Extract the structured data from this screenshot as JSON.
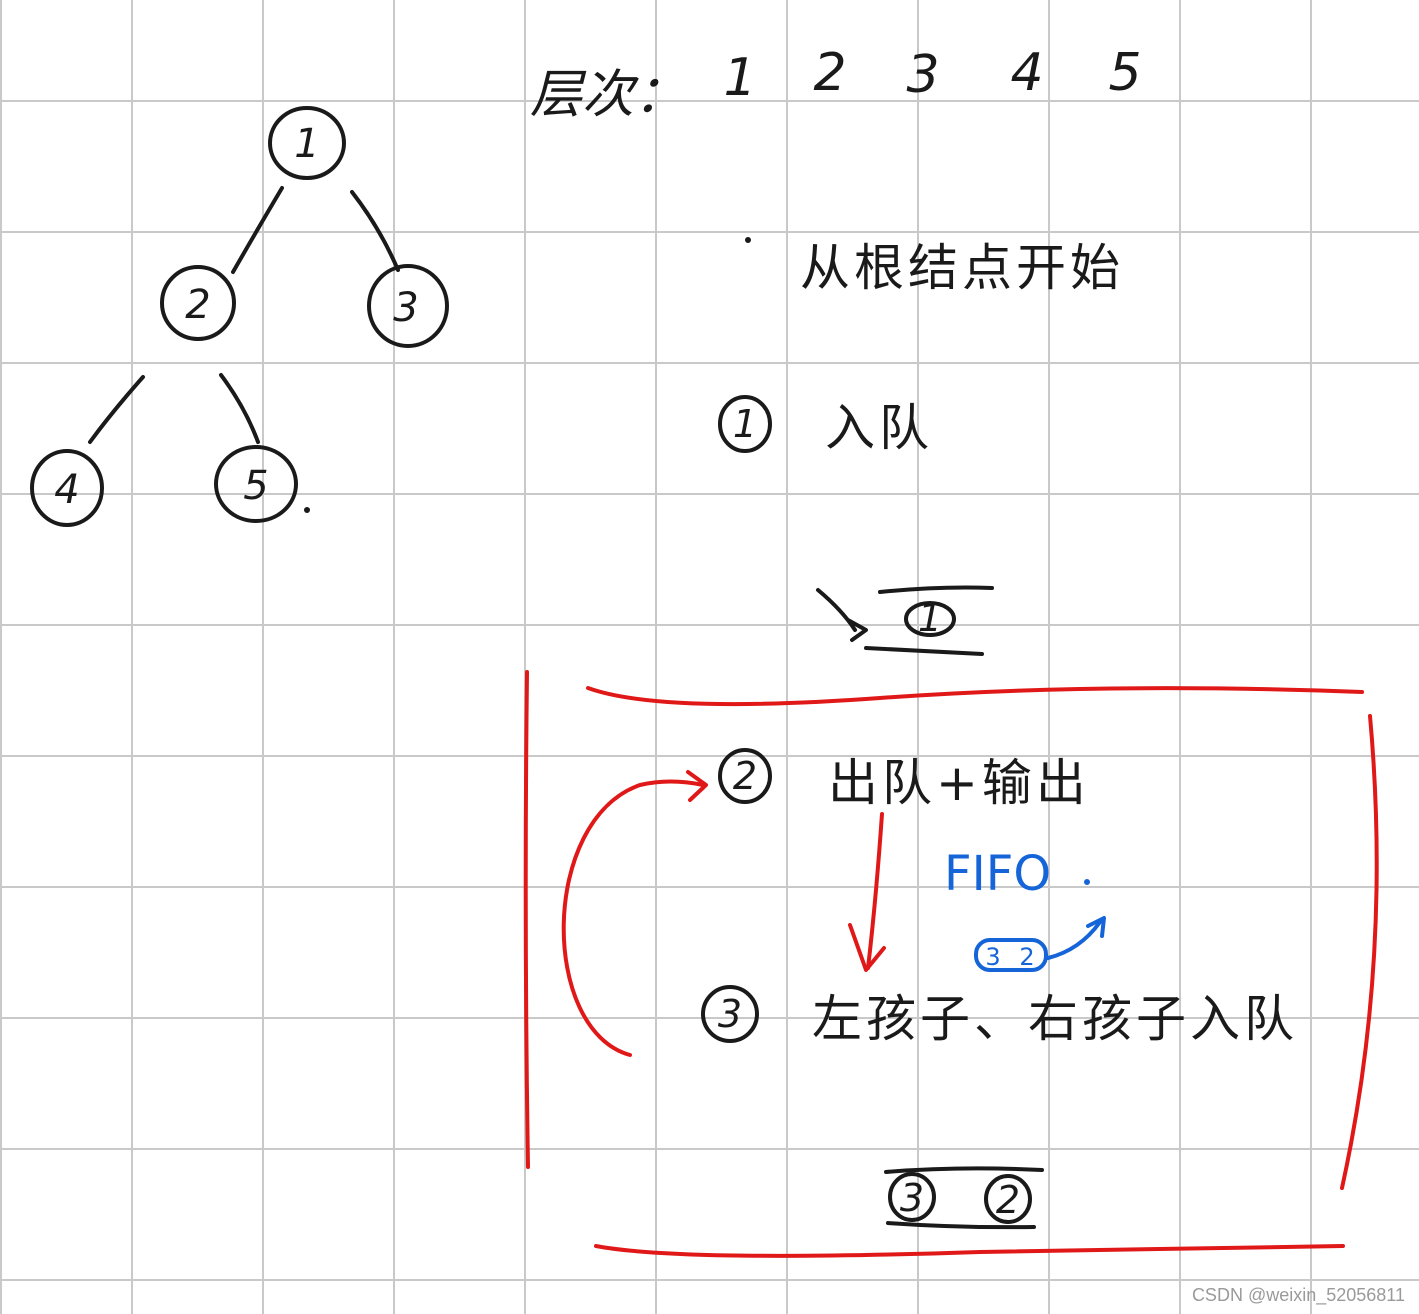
{
  "tree": {
    "nodes": [
      {
        "id": "1",
        "label": "1"
      },
      {
        "id": "2",
        "label": "2"
      },
      {
        "id": "3",
        "label": "3"
      },
      {
        "id": "4",
        "label": "4"
      },
      {
        "id": "5",
        "label": "5"
      }
    ],
    "edges": [
      [
        "1",
        "2"
      ],
      [
        "1",
        "3"
      ],
      [
        "2",
        "4"
      ],
      [
        "2",
        "5"
      ]
    ]
  },
  "level_order": {
    "prefix": "层次：",
    "sequence": [
      "1",
      "2",
      "3",
      "4",
      "5"
    ]
  },
  "steps": {
    "start": "从根结点开始",
    "step1": {
      "marker": "1",
      "text": "入队"
    },
    "step2": {
      "marker": "2",
      "text": "出队+输出"
    },
    "step3": {
      "marker": "3",
      "text": "左孩子、右孩子入队"
    }
  },
  "queue_initial": [
    "1"
  ],
  "fifo": {
    "label": "FIFO",
    "queue_items": [
      "3",
      "2"
    ]
  },
  "queue_loop": [
    "3",
    "2"
  ],
  "colors": {
    "ink": "#1a1a1a",
    "loop": "#e01818",
    "fifo": "#1565d8"
  },
  "watermark": "CSDN @weixin_52056811"
}
